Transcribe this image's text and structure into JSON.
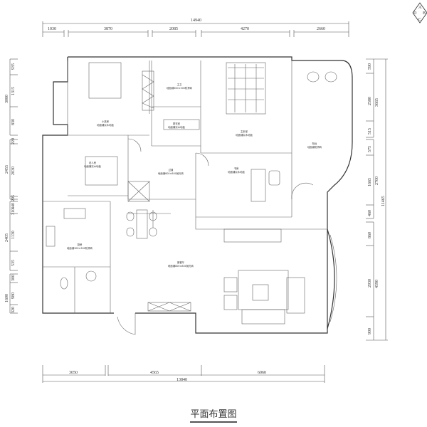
{
  "title": "平面布置图",
  "compass": {
    "letters": [
      "A",
      "B",
      "C",
      "D"
    ]
  },
  "dimensions": {
    "top_total": "14940",
    "top": [
      "1030",
      "3870",
      "2085",
      "4270",
      "2660"
    ],
    "bottom": [
      "3050",
      "4565",
      "6060"
    ],
    "bottom_total": "13840",
    "left_groups": [
      {
        "total": "3080",
        "parts": [
          "935",
          "1315",
          "830"
        ]
      },
      {
        "total": "2455",
        "parts": [
          "220",
          "2030",
          "295"
        ]
      },
      {
        "total": "2405",
        "parts": [
          "440",
          "310",
          "1130",
          "535"
        ]
      },
      {
        "total": "1600",
        "parts": [
          "300",
          "980",
          "320"
        ]
      }
    ],
    "right_groups": [
      {
        "total": "3665",
        "parts": [
          "590",
          "2580",
          "515"
        ]
      },
      {
        "total": "2700",
        "parts": [
          "575",
          "1665",
          "460"
        ]
      },
      {
        "total": "4590",
        "parts": [
          "860",
          "2930",
          "900"
        ]
      }
    ],
    "right_total": "11465"
  },
  "rooms": [
    {
      "name": "小孩房",
      "floor": "地面铺实木地板"
    },
    {
      "name": "主卫",
      "floor": "地面铺300×300防滑砖"
    },
    {
      "name": "更衣室",
      "floor": "地面铺实木地板"
    },
    {
      "name": "主卧室",
      "floor": "地面铺实木地板"
    },
    {
      "name": "阳台",
      "floor": "地面铺防滑砖"
    },
    {
      "name": "老人房",
      "floor": "地面铺实木地板"
    },
    {
      "name": "过道",
      "floor": "地面铺800×800抛光砖"
    },
    {
      "name": "书房",
      "floor": "地面铺实木地板"
    },
    {
      "name": "厨房",
      "floor": "地面铺300×300防滑砖"
    },
    {
      "name": "客餐厅",
      "floor": "地面铺800×800抛光砖"
    }
  ]
}
